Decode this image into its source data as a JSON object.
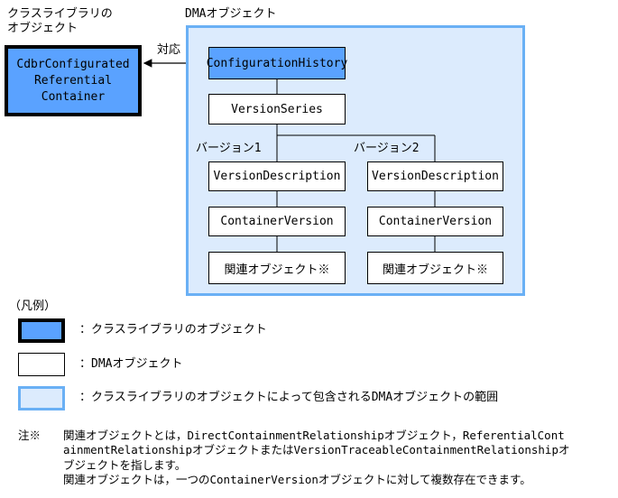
{
  "header": {
    "lib_title_line1": "クラスライブラリの",
    "lib_title_line2": "オブジェクト",
    "dma_title": "DMAオブジェクト"
  },
  "lib_object": {
    "label": "CdbrConfigurated\nReferential\nContainer"
  },
  "relation": {
    "label": "対応"
  },
  "dma": {
    "config_history": "ConfigurationHistory",
    "version_series": "VersionSeries",
    "version1": {
      "label": "バージョン1",
      "description": "VersionDescription",
      "container_version": "ContainerVersion",
      "related": "関連オブジェクト※"
    },
    "version2": {
      "label": "バージョン2",
      "description": "VersionDescription",
      "container_version": "ContainerVersion",
      "related": "関連オブジェクト※"
    }
  },
  "legend": {
    "title": "（凡例）",
    "items": [
      {
        "text": "：クラスライブラリのオブジェクト"
      },
      {
        "text": "：DMAオブジェクト"
      },
      {
        "text": "：クラスライブラリのオブジェクトによって包含されるDMAオブジェクトの範囲"
      }
    ]
  },
  "note": {
    "mark": "注※",
    "lines": [
      "関連オブジェクトとは，DirectContainmentRelationshipオブジェクト，ReferentialCont",
      "ainmentRelationshipオブジェクトまたはVersionTraceableContainmentRelationshipオ",
      "ブジェクトを指します。",
      "関連オブジェクトは，一つのContainerVersionオブジェクトに対して複数存在できます。"
    ]
  },
  "colors": {
    "lib_fill": "#5aa2ff",
    "dma_range_fill": "#dcebfd",
    "dma_range_border": "#6ab0f5"
  }
}
